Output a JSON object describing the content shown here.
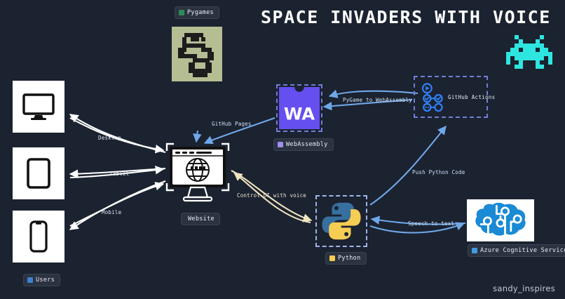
{
  "page": {
    "background": "#1b2230",
    "title": "SPACE INVADERS WITH VOICE",
    "signature": "sandy_inspires"
  },
  "palette": {
    "background": "#1b2230",
    "accent_cyan": "#2ee6e0",
    "arrow_blue": "#6fa8e8",
    "arrow_white": "#ffffff",
    "arrow_cream": "#efe3bf",
    "wasm_purple": "#654ff0",
    "python_blue": "#376f9f",
    "python_yellow": "#f5cd52",
    "azure_blue": "#1a8ad5",
    "dashed_border": "#6f7fd6",
    "dashed_border_yellow": "#9fb4e8",
    "badge_bg": "#2b3240"
  },
  "nodes": [
    {
      "id": "pygames",
      "badge_label": "Pygames",
      "badge_swatch": "#2e8b57",
      "icon": "python-pixel-logo"
    },
    {
      "id": "desktop",
      "icon": "desktop-monitor-icon"
    },
    {
      "id": "tablet",
      "icon": "tablet-icon"
    },
    {
      "id": "mobile",
      "icon": "mobile-phone-icon"
    },
    {
      "id": "users",
      "badge_label": "Users",
      "badge_swatch": "#3f7fd0",
      "icon": "users-icon"
    },
    {
      "id": "website",
      "badge_label": "Website",
      "icon": "browser-globe-icon"
    },
    {
      "id": "webassembly",
      "badge_label": "WebAssembly",
      "badge_swatch": "#9f8cf5",
      "logo_text": "WA",
      "icon": "webassembly-logo"
    },
    {
      "id": "github_actions",
      "label": "GitHub Actions",
      "icon": "github-actions-workflow-icon"
    },
    {
      "id": "python",
      "badge_label": "Python",
      "badge_swatch": "#f5cd52",
      "icon": "python-logo"
    },
    {
      "id": "azure",
      "badge_label": "Azure Cognitive Services",
      "badge_swatch": "#3f9ae0",
      "icon": "azure-cognitive-brain-icon"
    },
    {
      "id": "invader",
      "icon": "space-invader-icon"
    }
  ],
  "edges": [
    {
      "id": "desktop",
      "label": "Desktop",
      "color": "white"
    },
    {
      "id": "tablet",
      "label": "Tablet",
      "color": "white"
    },
    {
      "id": "mobile",
      "label": "Mobile",
      "color": "white"
    },
    {
      "id": "github_pages",
      "label": "GitHub Pages",
      "color": "blue"
    },
    {
      "id": "pygame_to_wasm",
      "label": "PyGame to WebAssembly",
      "color": "blue"
    },
    {
      "id": "push_python_code",
      "label": "Push Python Code",
      "color": "blue"
    },
    {
      "id": "speech_to_text",
      "label": "Speech-to-text",
      "color": "blue"
    },
    {
      "id": "control_ui_voice",
      "label": "Control UI with voice",
      "color": "cream"
    }
  ]
}
